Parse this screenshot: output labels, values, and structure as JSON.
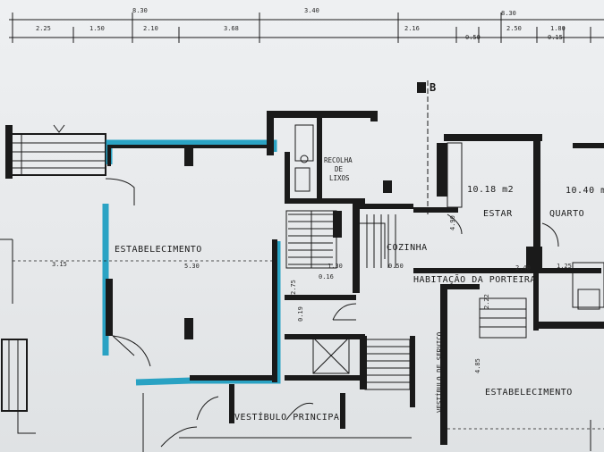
{
  "dimensions_top": {
    "row1": [
      "8.30",
      "3.40",
      "8.30"
    ],
    "row2": [
      "2.25",
      "1.50",
      "2.10",
      "3.68",
      "2.16",
      "0.50",
      "2.50",
      "1.80",
      "0.15"
    ]
  },
  "section_marker": "B",
  "rooms": {
    "estabelecimento_left": "ESTABELECIMENTO",
    "recolha": "RECOLHA",
    "de": "DE",
    "lixos": "LIXOS",
    "estar": "ESTAR",
    "estar_area": "10.18 m2",
    "quarto": "QUARTO",
    "quarto_area": "10.40 m",
    "cozinha": "COZINHA",
    "habitacao": "HABITAÇÃO DA PORTEIRA",
    "estabelecimento_right": "ESTABELECIMENTO",
    "vestibulo_principal": "VESTÍBULO PRINCIPAL",
    "vestibulo_servico": "VESTÍBULO DE SERVIÇO"
  },
  "dims_misc": {
    "d315": "3.15",
    "d530": "5.30",
    "d130": "1.30",
    "d490": "4.90",
    "d240": "2.40",
    "d125": "1.25",
    "d485": "4.85",
    "d275": "2.75",
    "d019": "0.19",
    "d050": "0.50",
    "d222": "2.22",
    "d016": "0.16"
  },
  "colors": {
    "highlight": "#1a9cc0",
    "ink": "#1a1a1a",
    "paper": "#e9ebee"
  }
}
